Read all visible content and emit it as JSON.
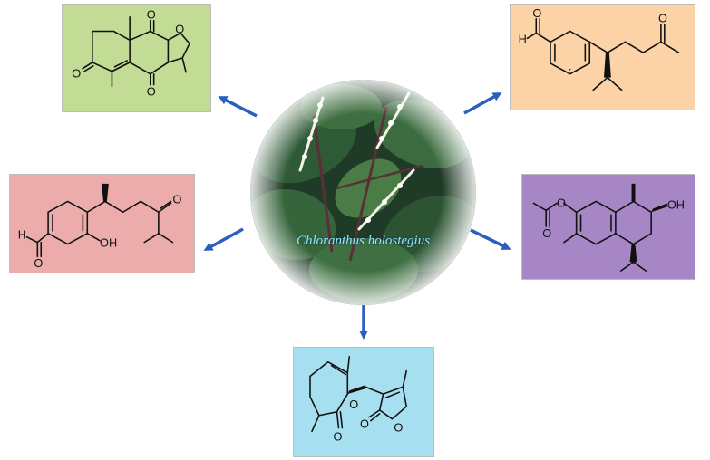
{
  "hub": {
    "label": "Chloranthus holostegius"
  },
  "colors": {
    "top_left": "#c3dc95",
    "top_right": "#fcd3a6",
    "mid_left": "#ecacac",
    "mid_right": "#a686c4",
    "bottom": "#a6dff0",
    "arrow": "#2a5fbf"
  },
  "atoms": {
    "oxygen": "O",
    "hydroxyl": "OH",
    "hydrogen": "H"
  }
}
